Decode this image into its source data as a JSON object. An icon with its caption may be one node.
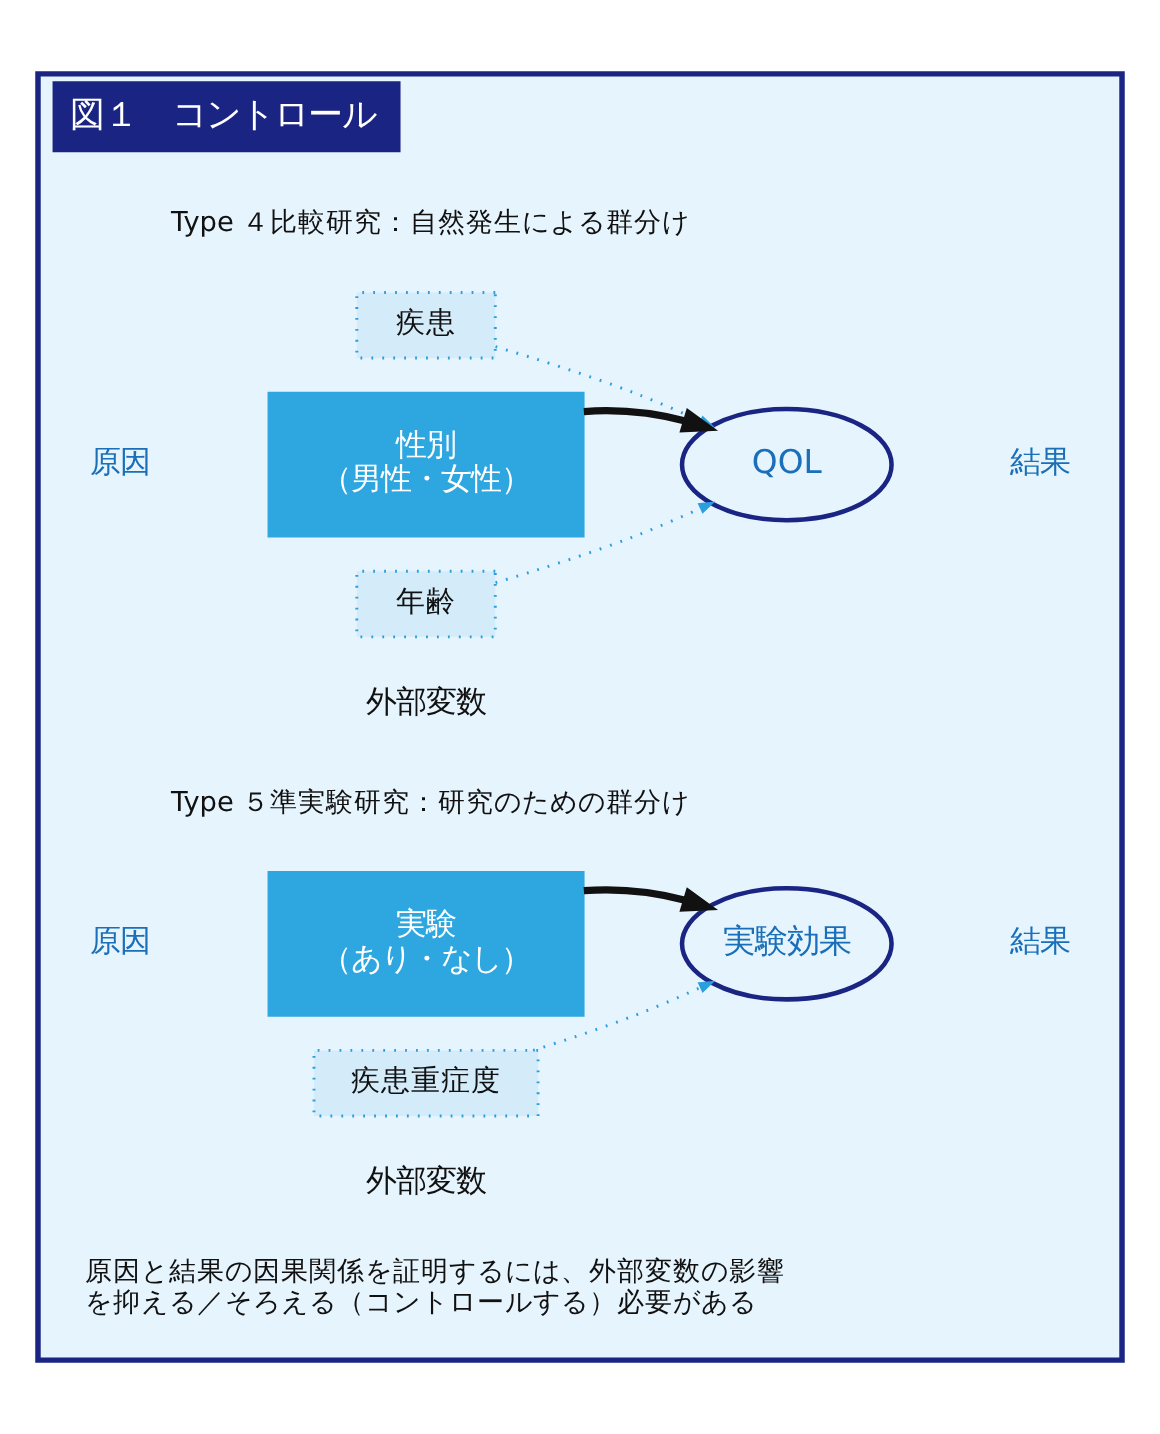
{
  "diagram": {
    "nodes": [
      {
        "text": [
          "図１　コントロール"
        ]
      },
      {
        "text": [
          "疾患"
        ],
        "in": 0
      },
      {
        "text": [
          "性別",
          "（男性・女性）"
        ],
        "beside": [
          "原因"
        ],
        "in": 0
      },
      {
        "text": [
          "QOL"
        ],
        "beside": [
          "結果"
        ],
        "in": 0
      },
      {
        "text": [
          "年齢"
        ],
        "beside": [
          "外部変数"
        ],
        "in": 0
      },
      {
        "text": [
          "実験",
          "（あり・なし）"
        ],
        "beside": [
          "原因"
        ],
        "in": 0
      },
      {
        "text": [
          "実験効果"
        ],
        "beside": [
          "結果"
        ],
        "in": 0
      },
      {
        "text": [
          "疾患重症度"
        ],
        "beside": [
          "外部変数"
        ],
        "in": 0
      }
    ],
    "edges": [
      {
        "from": 2,
        "to": 3,
        "arrow": "to",
        "style": "thick",
        "color": "#111111"
      },
      {
        "from": 1,
        "to": 3,
        "arrow": "to",
        "style": "dashed",
        "color": "#2b9fde"
      },
      {
        "from": 4,
        "to": 3,
        "arrow": "to",
        "style": "dashed",
        "color": "#2b9fde"
      },
      {
        "from": 5,
        "to": 6,
        "arrow": "to",
        "style": "thick",
        "color": "#111111"
      },
      {
        "from": 7,
        "to": 6,
        "arrow": "to",
        "style": "dashed",
        "color": "#2b9fde"
      }
    ],
    "labels": [
      "Type ４比較研究：自然発生による群分け",
      "Type ５準実験研究：研究のための群分け",
      "原因と結果の因果関係を証明するには、外部変数の影響を抑える／そろえる（コントロールする）必要がある"
    ]
  }
}
